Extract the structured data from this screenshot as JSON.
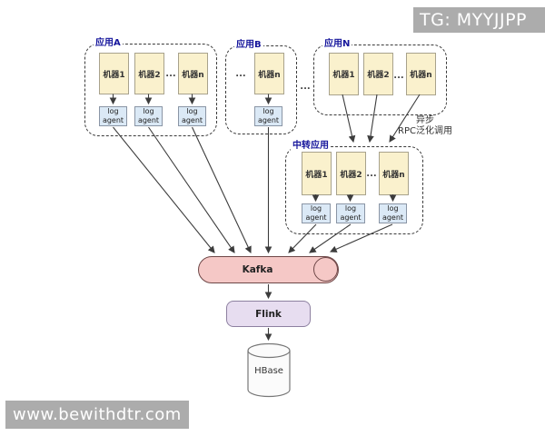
{
  "overlay": {
    "tg_badge": "TG: MYYJJPP",
    "watermark": "www.bewithdtr.com"
  },
  "clusters": {
    "app_a": {
      "label": "应用A",
      "machine1": "机器1",
      "machine2": "机器2",
      "machine_n": "机器n"
    },
    "app_b": {
      "label": "应用B",
      "machine_n": "机器n"
    },
    "app_n": {
      "label": "应用N",
      "machine1": "机器1",
      "machine2": "机器2",
      "machine_n": "机器n"
    },
    "relay": {
      "label": "中转应用",
      "machine1": "机器1",
      "machine2": "机器2",
      "machine_n": "机器n"
    }
  },
  "shared": {
    "agent_label": "log agent",
    "ellipsis": "..."
  },
  "annotation": {
    "line1": "异步",
    "line2": "RPC泛化调用"
  },
  "pipeline": {
    "kafka": "Kafka",
    "flink": "Flink",
    "hbase": "HBase"
  },
  "colors": {
    "machine_fill": "#faf1cd",
    "agent_fill": "#dbe9f6",
    "kafka_fill": "#f5c8c6",
    "flink_fill": "#e7ddf0",
    "hbase_fill": "#fbfbfb",
    "cluster_label": "#16169c",
    "banner_bg": "#acacac",
    "arrow": "#3c3c3c"
  }
}
